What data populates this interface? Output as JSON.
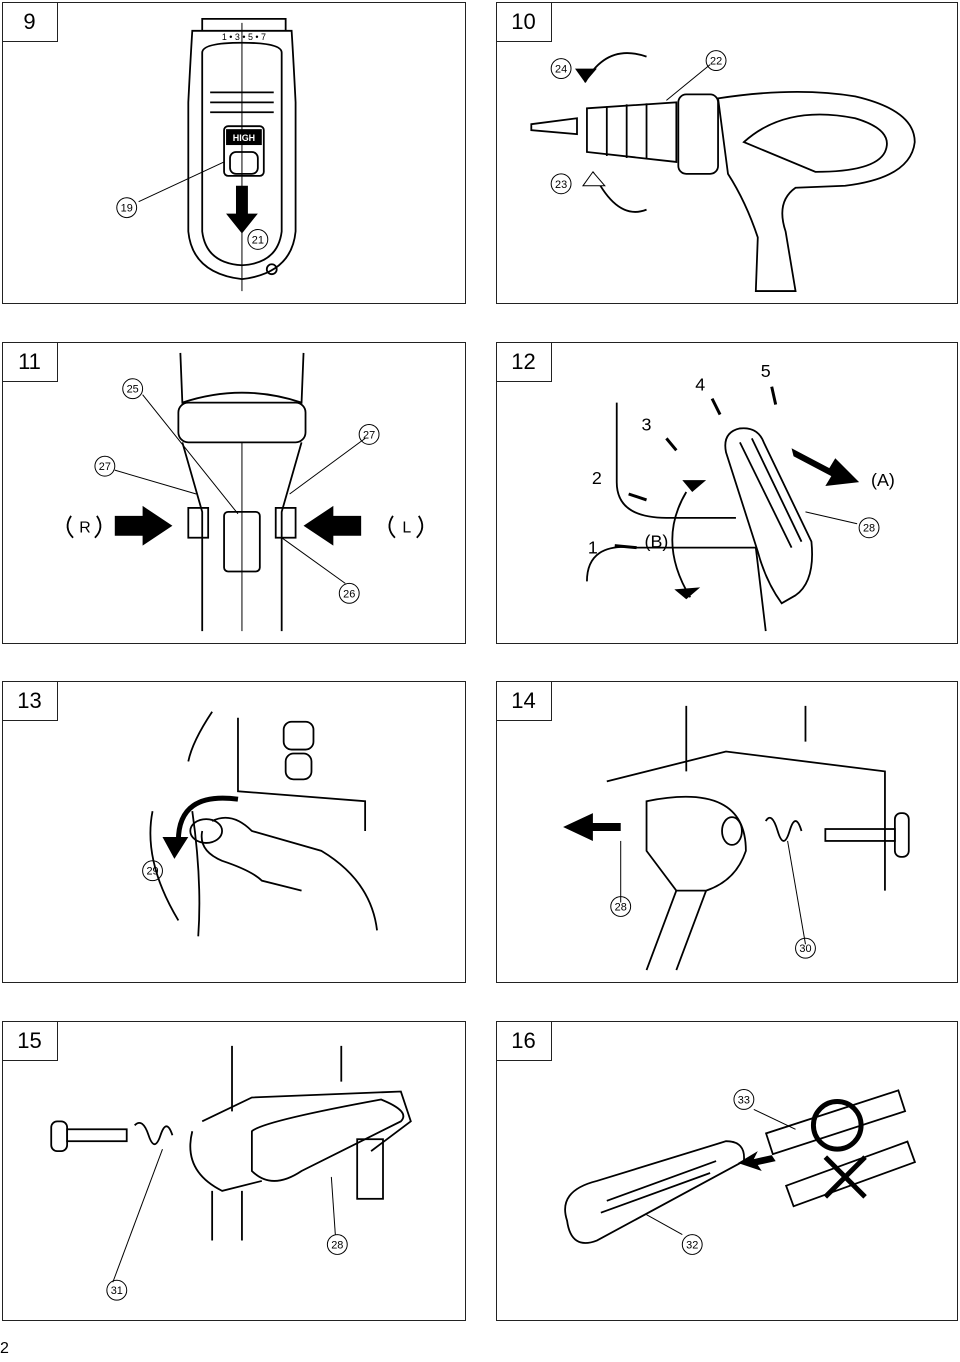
{
  "figures": [
    {
      "number": "9",
      "callouts": [
        "19",
        "21"
      ],
      "texts": {
        "switch_label": "HIGH",
        "scale": "1 • 3 • 5 • 7"
      }
    },
    {
      "number": "10",
      "callouts": [
        "24",
        "22",
        "23"
      ]
    },
    {
      "number": "11",
      "callouts": [
        "25",
        "27",
        "27",
        "26"
      ],
      "texts": {
        "left_symbol": "R",
        "right_symbol": "L"
      }
    },
    {
      "number": "12",
      "callouts": [
        "28"
      ],
      "texts": {
        "pos1": "1",
        "pos2": "2",
        "pos3": "3",
        "pos4": "4",
        "pos5": "5",
        "label_a": "(A)",
        "label_b": "(B)"
      }
    },
    {
      "number": "13",
      "callouts": [
        "29"
      ]
    },
    {
      "number": "14",
      "callouts": [
        "28",
        "30"
      ]
    },
    {
      "number": "15",
      "callouts": [
        "31",
        "28"
      ]
    },
    {
      "number": "16",
      "callouts": [
        "33",
        "32"
      ]
    }
  ],
  "page_number": "2"
}
